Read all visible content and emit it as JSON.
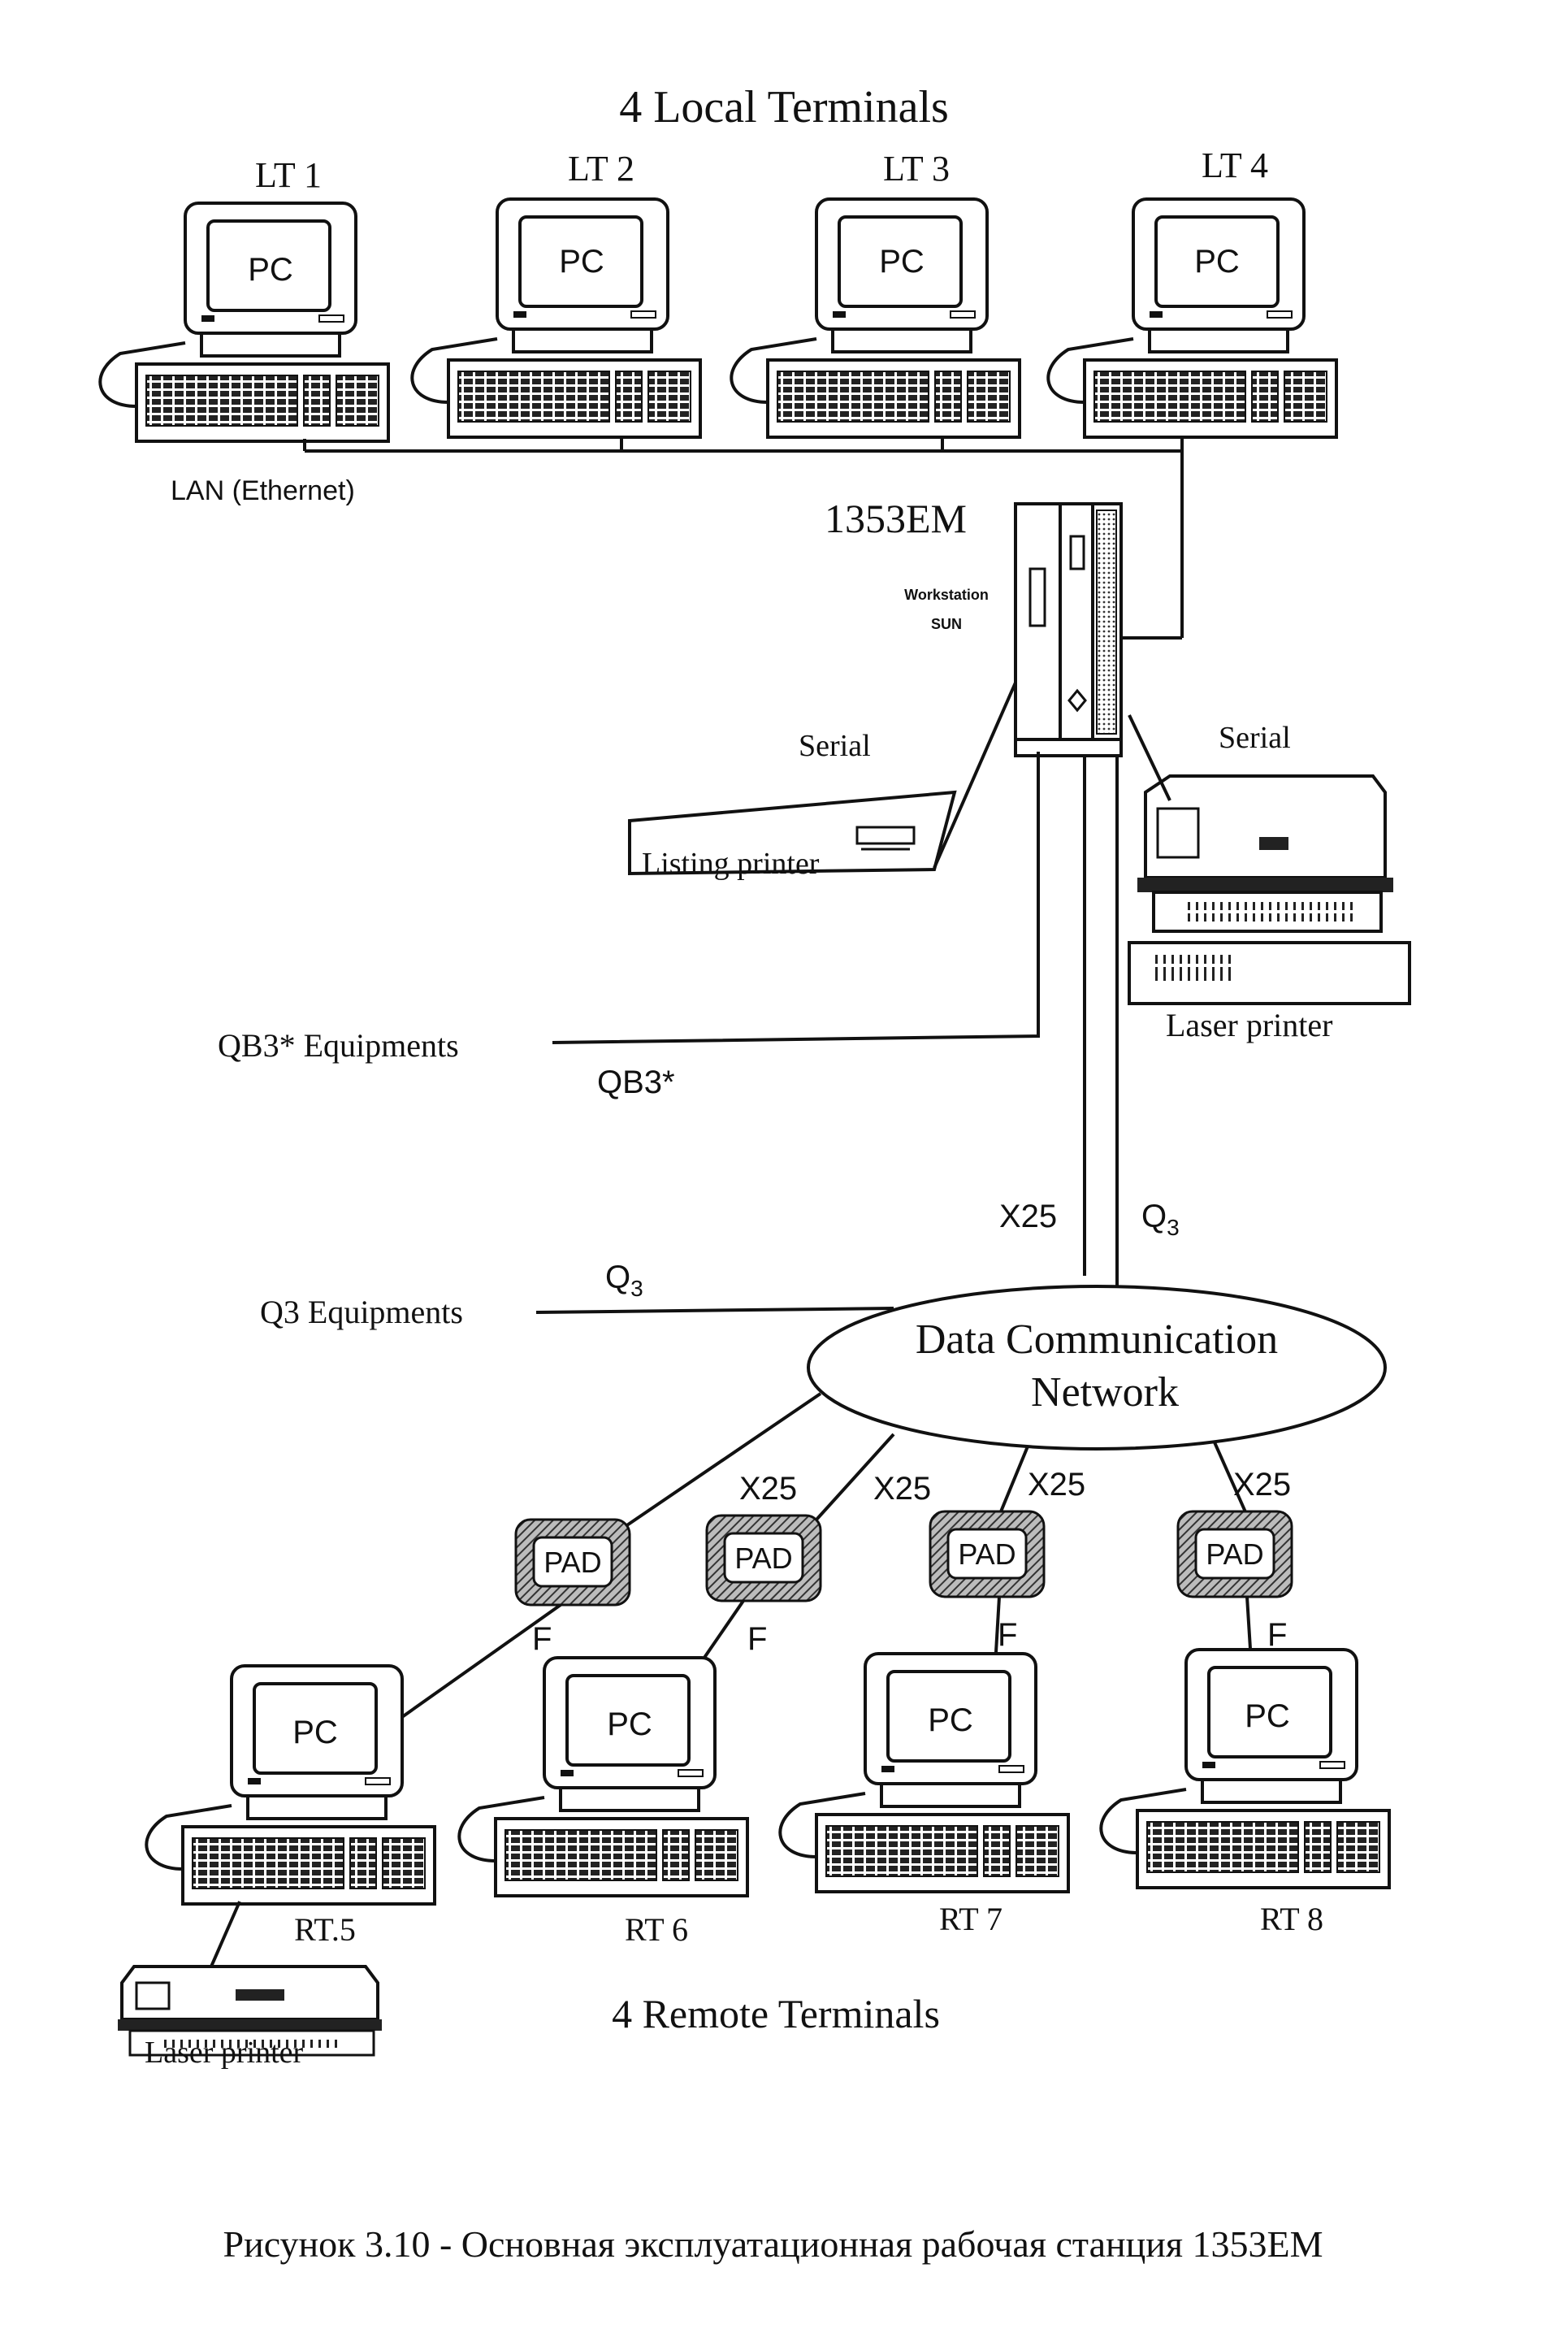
{
  "title": "4 Local Terminals",
  "local_terminals": [
    {
      "label": "LT 1",
      "screen": "PC"
    },
    {
      "label": "LT 2",
      "screen": "PC"
    },
    {
      "label": "LT 3",
      "screen": "PC"
    },
    {
      "label": "LT 4",
      "screen": "PC"
    }
  ],
  "lan_label": "LAN (Ethernet)",
  "workstation": {
    "name": "1353EM",
    "sub1": "Workstation",
    "sub2": "SUN"
  },
  "serial_left": "Serial",
  "serial_right": "Serial",
  "listing_printer": "Listing printer",
  "laser_printer_top": "Laser printer",
  "qb3_equipments": "QB3* Equipments",
  "qb3_link": "QB3*",
  "x25_trunk": "X25",
  "q3_trunk": "Q",
  "q3_trunk_sub": "3",
  "q3_equipments": "Q3 Equipments",
  "q3_link": "Q",
  "q3_link_sub": "3",
  "dcn_line1": "Data Communication",
  "dcn_line2": "Network",
  "pad_label": "PAD",
  "x25_branches": [
    "X25",
    "X25",
    "X25",
    "X25"
  ],
  "f_labels": [
    "F",
    "F",
    "F",
    "F"
  ],
  "remote_terminals": [
    {
      "label": "RT.5",
      "screen": "PC"
    },
    {
      "label": "RT 6",
      "screen": "PC"
    },
    {
      "label": "RT 7",
      "screen": "PC"
    },
    {
      "label": "RT 8",
      "screen": "PC"
    }
  ],
  "remote_title": "4 Remote Terminals",
  "laser_printer_bottom": "Laser printer",
  "caption": "Рисунок 3.10 - Основная эксплуатационная рабочая станция 1353EM"
}
